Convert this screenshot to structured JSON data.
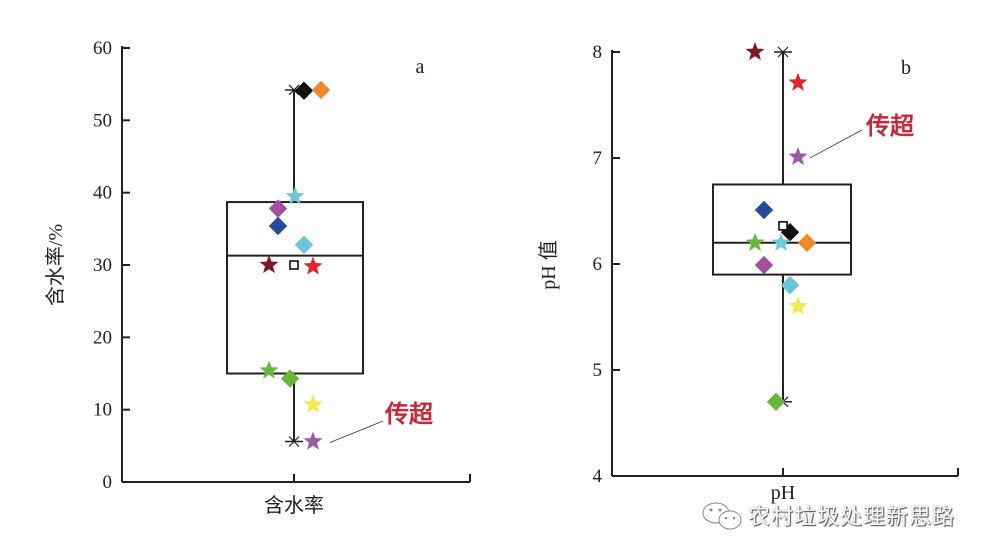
{
  "chart_data": [
    {
      "type": "box",
      "panel_label": "a",
      "ylabel": "含水率/%",
      "xlabel": "含水率",
      "category": "含水率",
      "ylim": [
        0,
        60
      ],
      "yticks": [
        0,
        10,
        20,
        30,
        40,
        50,
        60
      ],
      "box": {
        "whisker_low": 5.6,
        "q1": 15.0,
        "median": 31.3,
        "q3": 38.7,
        "whisker_high": 54.2,
        "mean": 30.0
      },
      "points": [
        {
          "shape": "diamond",
          "color": "#111111",
          "value": 54.1
        },
        {
          "shape": "diamond",
          "color": "#ee8a2c",
          "value": 54.2
        },
        {
          "shape": "star",
          "color": "#6cc9d6",
          "value": 39.5
        },
        {
          "shape": "diamond",
          "color": "#a0509e",
          "value": 37.8
        },
        {
          "shape": "diamond",
          "color": "#234a9a",
          "value": 35.4
        },
        {
          "shape": "diamond",
          "color": "#6cc4d8",
          "value": 32.8
        },
        {
          "shape": "star",
          "color": "#7c1c22",
          "value": 30.0
        },
        {
          "shape": "star",
          "color": "#e0252c",
          "value": 29.8
        },
        {
          "shape": "star",
          "color": "#6ab53e",
          "value": 15.4
        },
        {
          "shape": "diamond",
          "color": "#6ab53e",
          "value": 14.3
        },
        {
          "shape": "star",
          "color": "#f2ea4a",
          "value": 10.7
        },
        {
          "shape": "star",
          "color": "#9c5aa6",
          "value": 5.6
        }
      ],
      "annotation": {
        "text": "传超",
        "points_to_value": 5.6
      }
    },
    {
      "type": "box",
      "panel_label": "b",
      "ylabel": "pH 值",
      "xlabel": "pH",
      "category": "pH",
      "ylim": [
        4,
        8
      ],
      "yticks": [
        4,
        5,
        6,
        7,
        8
      ],
      "box": {
        "whisker_low": 4.7,
        "q1": 5.9,
        "median": 6.2,
        "q3": 6.75,
        "whisker_high": 8.0,
        "mean": 6.36
      },
      "points": [
        {
          "shape": "star",
          "color": "#7c1c22",
          "value": 8.0
        },
        {
          "shape": "star",
          "color": "#e0252c",
          "value": 7.71
        },
        {
          "shape": "star",
          "color": "#9c5aa6",
          "value": 7.01
        },
        {
          "shape": "diamond",
          "color": "#234a9a",
          "value": 6.51
        },
        {
          "shape": "diamond",
          "color": "#111111",
          "value": 6.3
        },
        {
          "shape": "star",
          "color": "#6ab53e",
          "value": 6.2
        },
        {
          "shape": "star",
          "color": "#6cc9d6",
          "value": 6.2
        },
        {
          "shape": "diamond",
          "color": "#ee8a2c",
          "value": 6.2
        },
        {
          "shape": "diamond",
          "color": "#a0509e",
          "value": 5.99
        },
        {
          "shape": "diamond",
          "color": "#6cc4d8",
          "value": 5.8
        },
        {
          "shape": "star",
          "color": "#f2ea4a",
          "value": 5.6
        },
        {
          "shape": "diamond",
          "color": "#6ab53e",
          "value": 4.7
        }
      ],
      "annotation": {
        "text": "传超",
        "points_to_value": 7.01
      }
    }
  ],
  "watermark": "农村垃圾处理新思路"
}
